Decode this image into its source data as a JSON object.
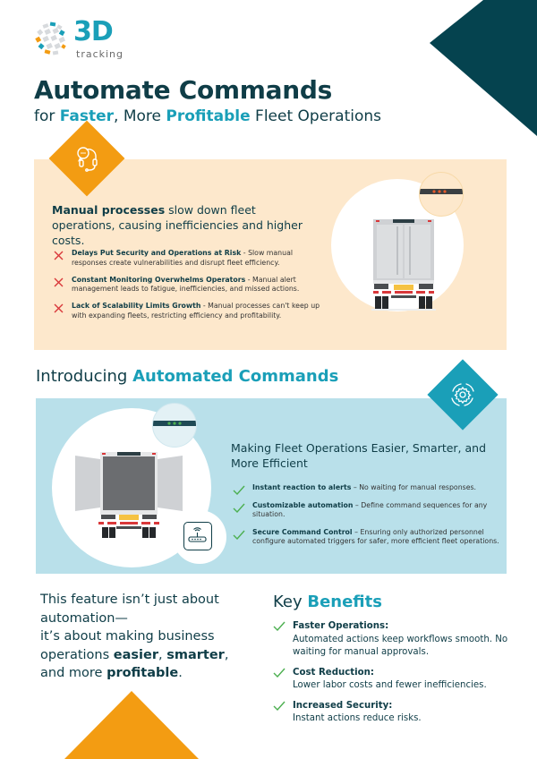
{
  "brand": {
    "logo_main": "3D",
    "logo_sub": "tracking",
    "colors": {
      "teal": "#1a9fb8",
      "dark_teal": "#0f3d47",
      "orange": "#f39c12",
      "peach": "#fde8cc",
      "light_blue": "#b9e0ea",
      "red_x": "#d9383a",
      "green_check": "#4caf50"
    }
  },
  "header": {
    "title": "Automate Commands",
    "subtitle_parts": [
      "for ",
      "Faster",
      ", More ",
      "Profitable",
      " Fleet Operations"
    ]
  },
  "problem_section": {
    "icon": "headset-chat-icon",
    "lead_bold": "Manual processes",
    "lead_rest": " slow down fleet operations, causing inefficiencies and higher costs.",
    "items": [
      {
        "title": "Delays Put Security and Operations at Risk",
        "text": " - Slow manual responses create vulnerabilities and disrupt fleet efficiency."
      },
      {
        "title": "Constant Monitoring Overwhelms Operators",
        "text": " - Manual alert management leads to fatigue, inefficiencies, and missed actions."
      },
      {
        "title": "Lack of Scalability Limits Growth",
        "text": " - Manual processes can't keep up with expanding fleets, restricting efficiency and profitability."
      }
    ],
    "illustration": "truck-rear-doors-closed-red-indicator"
  },
  "solution_section": {
    "title_plain": "Introducing ",
    "title_highlight": "Automated Commands",
    "icon": "gear-cycle-icon",
    "heading": "Making Fleet Operations Easier, Smarter, and More Efficient",
    "items": [
      {
        "title": "Instant reaction to alerts",
        "text": " – No waiting for manual responses."
      },
      {
        "title": "Customizable automation",
        "text": " – Define command sequences for any situation."
      },
      {
        "title": "Secure Command Control",
        "text": " – Ensuring only authorized personnel configure automated triggers for safer, more efficient fleet operations."
      }
    ],
    "illustration": "truck-rear-doors-open-green-indicator",
    "device_icon": "tracker-device-icon"
  },
  "closing": {
    "quote_parts": [
      "This feature isn’t just about automation—",
      "it’s about making business operations ",
      "easier",
      ", ",
      "smarter",
      ",",
      " and more ",
      "profitable",
      "."
    ]
  },
  "benefits": {
    "title_plain": "Key ",
    "title_highlight": "Benefits",
    "items": [
      {
        "title": "Faster Operations:",
        "text": "Automated actions keep workflows smooth. No waiting for manual approvals."
      },
      {
        "title": "Cost Reduction:",
        "text": "Lower labor costs and fewer inefficiencies."
      },
      {
        "title": "Increased Security:",
        "text": "Instant actions reduce risks."
      }
    ]
  }
}
